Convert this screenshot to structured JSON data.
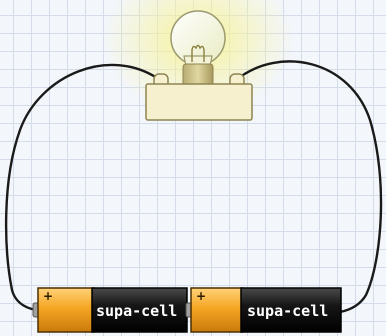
{
  "circuit": {
    "bulb": {
      "state": "lit"
    },
    "batteries": [
      {
        "label": "supa-cell",
        "polarity": "+"
      },
      {
        "label": "supa-cell",
        "polarity": "+"
      }
    ]
  },
  "colors": {
    "grid_background": "#f3f6fa",
    "grid_line": "#d3dce8",
    "wire": "#1a1a1a",
    "bulb_glow": "#f6f28a",
    "battery_orange": "#f5a623",
    "battery_black": "#141414",
    "socket_cream": "#f7f0cf"
  },
  "icons": {
    "bulb": "light-bulb-icon",
    "battery": "battery-icon"
  }
}
